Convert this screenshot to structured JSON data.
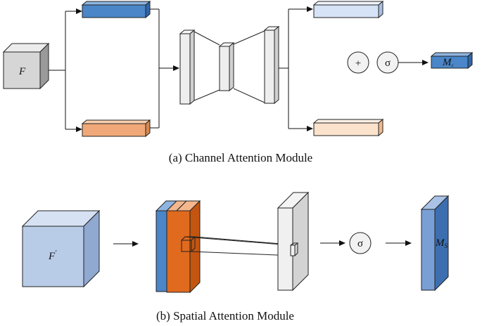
{
  "channel_module": {
    "caption": "(a) Channel Attention Module",
    "input_label": "F",
    "output_label_base": "M",
    "output_label_sub": "c",
    "plus_symbol": "+",
    "sigma_symbol": "σ"
  },
  "spatial_module": {
    "caption": "(b) Spatial Attention Module",
    "input_label": "F",
    "input_label_prime": "'",
    "output_label_base": "M",
    "output_label_sub": "S",
    "sigma_symbol": "σ"
  },
  "colors": {
    "max_pool": "#4a86c8",
    "avg_pool": "#f0a878",
    "mlp_out_blue": "#d6e2f5",
    "mlp_out_orange": "#fbe2cc",
    "mc_output": "#4a86c8",
    "input_gray": "#d9d9d9",
    "spatial_input": "#b8cce8",
    "conv_orange": "#e06a1e",
    "ms_output": "#4f82c2"
  }
}
